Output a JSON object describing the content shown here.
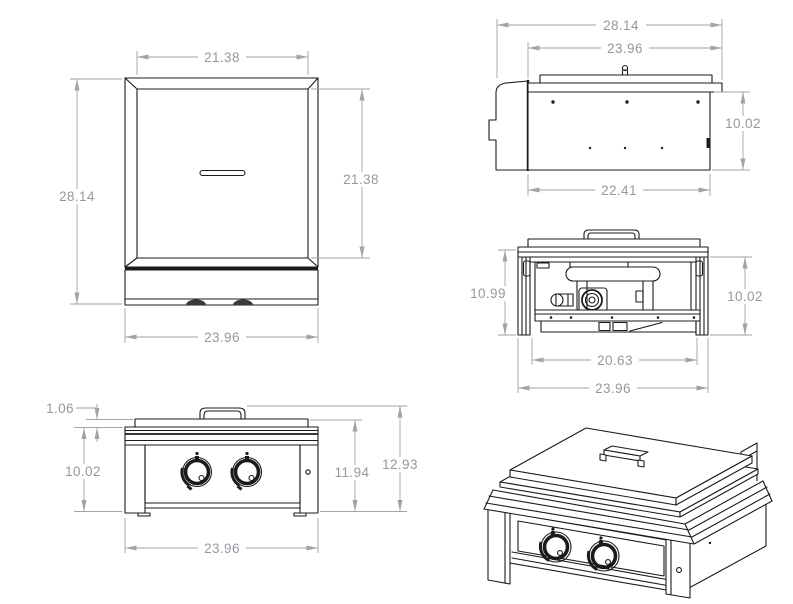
{
  "colors": {
    "background": "#ffffff",
    "line_color": "#1b1b1b",
    "dimension_color": "#97979f"
  },
  "views": {
    "top": {
      "dims": {
        "inner_width": "21.38",
        "overall_depth": "28.14",
        "inner_depth": "21.38",
        "overall_width": "23.96"
      }
    },
    "side": {
      "dims": {
        "overall_depth": "28.14",
        "top_depth": "23.96",
        "body_height": "10.02",
        "body_depth": "22.41"
      }
    },
    "rear": {
      "dims": {
        "overall_height": "10.99",
        "body_height": "10.02",
        "inner_width": "20.63",
        "overall_width": "23.96"
      }
    },
    "front": {
      "dims": {
        "lid_height": "1.06",
        "body_height": "10.02",
        "height_to_lid_top": "11.94",
        "overall_height": "12.93",
        "overall_width": "23.96"
      }
    }
  }
}
